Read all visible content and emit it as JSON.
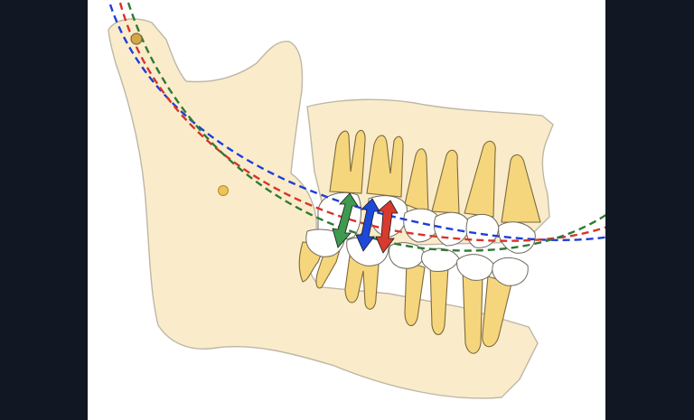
{
  "figure": {
    "colors": {
      "page_background": "#111823",
      "panel_background": "#ffffff",
      "bone_fill": "#faeccb",
      "bone_outline": "#bdb7a6",
      "tooth_root": "#f6d67c",
      "tooth_outline": "#7b6a3e",
      "enamel": "#ffffff",
      "curve_blue": "#1f3ed6",
      "curve_red": "#d8342a",
      "curve_green": "#2f7a34",
      "arrow_green": "#3d9a4e",
      "arrow_blue": "#1e48d8",
      "arrow_red": "#d93a2e",
      "condyle_marker": "#d6a64a",
      "center_marker": "#edc35a"
    },
    "curves": [
      {
        "color": "blue",
        "style": "dashed"
      },
      {
        "color": "red",
        "style": "dashed"
      },
      {
        "color": "green",
        "style": "dashed"
      }
    ],
    "arrows": [
      {
        "color": "green",
        "direction": "double-headed"
      },
      {
        "color": "blue",
        "direction": "double-headed"
      },
      {
        "color": "red",
        "direction": "double-headed"
      }
    ],
    "markers": [
      "condyle-point",
      "curve-center-point"
    ]
  }
}
